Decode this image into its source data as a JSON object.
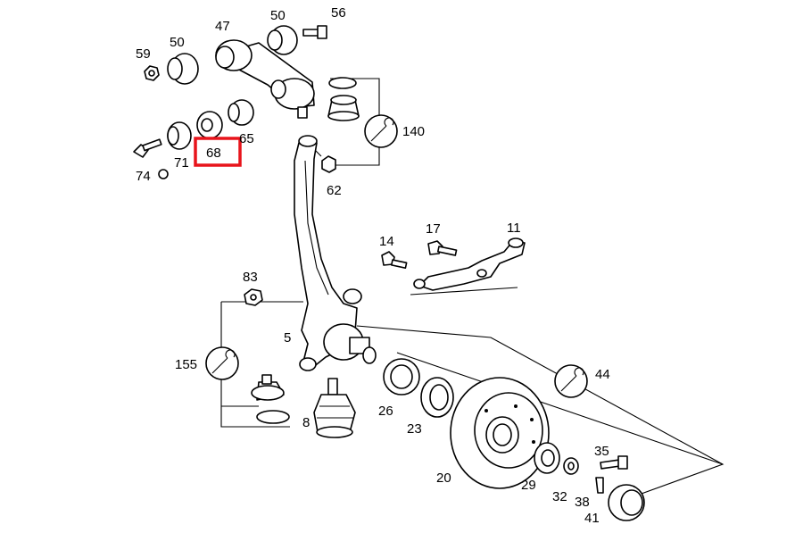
{
  "diagram": {
    "highlight_color": "#e8141b",
    "callouts": {
      "c47": "47",
      "c50a": "50",
      "c56": "56",
      "c59": "59",
      "c50b": "50",
      "c65": "65",
      "c140": "140",
      "c71": "71",
      "c68": "68",
      "c74": "74",
      "c62": "62",
      "c17": "17",
      "c11": "11",
      "c14": "14",
      "c83": "83",
      "c5": "5",
      "c155": "155",
      "c44": "44",
      "c26": "26",
      "c8": "8",
      "c23": "23",
      "c35": "35",
      "c20": "20",
      "c29": "29",
      "c32": "32",
      "c38": "38",
      "c41": "41"
    },
    "highlighted_callout": "68",
    "tool_icon": "wrench-icon"
  }
}
